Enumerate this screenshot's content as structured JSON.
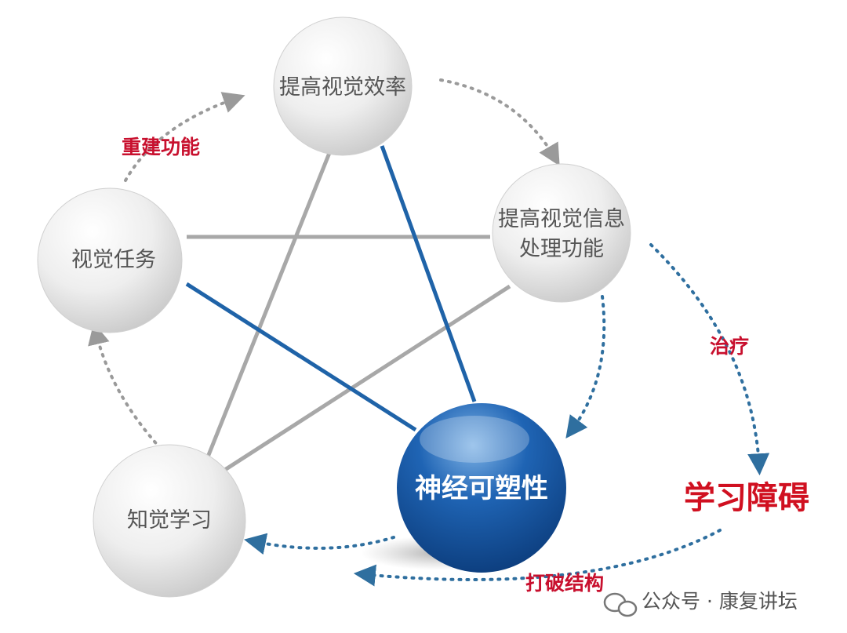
{
  "nodes": {
    "top": "提高视觉效率",
    "right_line1": "提高视觉信息",
    "right_line2": "处理功能",
    "left": "视觉任务",
    "bottom_left": "知觉学习",
    "center": "神经可塑性"
  },
  "labels": {
    "rebuild": "重建功能",
    "treatment": "治疗",
    "learning_disorder": "学习障碍",
    "break_structure": "打破结构"
  },
  "watermark": {
    "text": "公众号 · 康复讲坛"
  },
  "colors": {
    "blue_line": "#1f63a8",
    "gray_line": "#a8a8a8",
    "red_text": "#c8102e",
    "dotted_blue": "#2f6f9f",
    "dotted_gray": "#9a9a9a"
  }
}
